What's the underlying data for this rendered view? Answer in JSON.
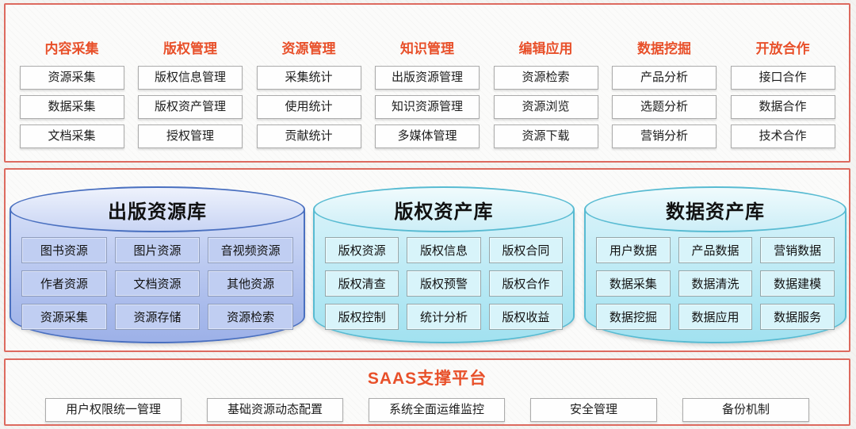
{
  "colors": {
    "accent_orange": "#e8502a",
    "panel_border": "#dd6a5f",
    "blue_db_border": "#4a70c0",
    "blue_db_fill": "#b9c9f1",
    "cyan_db_border": "#58bbd2",
    "cyan_db_fill": "#d8f4fa"
  },
  "top_section": {
    "columns": [
      {
        "title": "内容采集",
        "items": [
          "资源采集",
          "数据采集",
          "文档采集"
        ]
      },
      {
        "title": "版权管理",
        "items": [
          "版权信息管理",
          "版权资产管理",
          "授权管理"
        ]
      },
      {
        "title": "资源管理",
        "items": [
          "采集统计",
          "使用统计",
          "贡献统计"
        ]
      },
      {
        "title": "知识管理",
        "items": [
          "出版资源管理",
          "知识资源管理",
          "多媒体管理"
        ]
      },
      {
        "title": "编辑应用",
        "items": [
          "资源检索",
          "资源浏览",
          "资源下载"
        ]
      },
      {
        "title": "数据挖掘",
        "items": [
          "产品分析",
          "选题分析",
          "营销分析"
        ]
      },
      {
        "title": "开放合作",
        "items": [
          "接口合作",
          "数据合作",
          "技术合作"
        ]
      }
    ]
  },
  "middle_section": {
    "databases": [
      {
        "title": "出版资源库",
        "theme": "blue",
        "items": [
          "图书资源",
          "图片资源",
          "音视频资源",
          "作者资源",
          "文档资源",
          "其他资源",
          "资源采集",
          "资源存储",
          "资源检索"
        ]
      },
      {
        "title": "版权资产库",
        "theme": "cyan",
        "items": [
          "版权资源",
          "版权信息",
          "版权合同",
          "版权清查",
          "版权预警",
          "版权合作",
          "版权控制",
          "统计分析",
          "版权收益"
        ]
      },
      {
        "title": "数据资产库",
        "theme": "cyan",
        "items": [
          "用户数据",
          "产品数据",
          "营销数据",
          "数据采集",
          "数据清洗",
          "数据建模",
          "数据挖掘",
          "数据应用",
          "数据服务"
        ]
      }
    ]
  },
  "bottom_section": {
    "title": "SAAS支撑平台",
    "items": [
      "用户权限统一管理",
      "基础资源动态配置",
      "系统全面运维监控",
      "安全管理",
      "备份机制"
    ]
  }
}
